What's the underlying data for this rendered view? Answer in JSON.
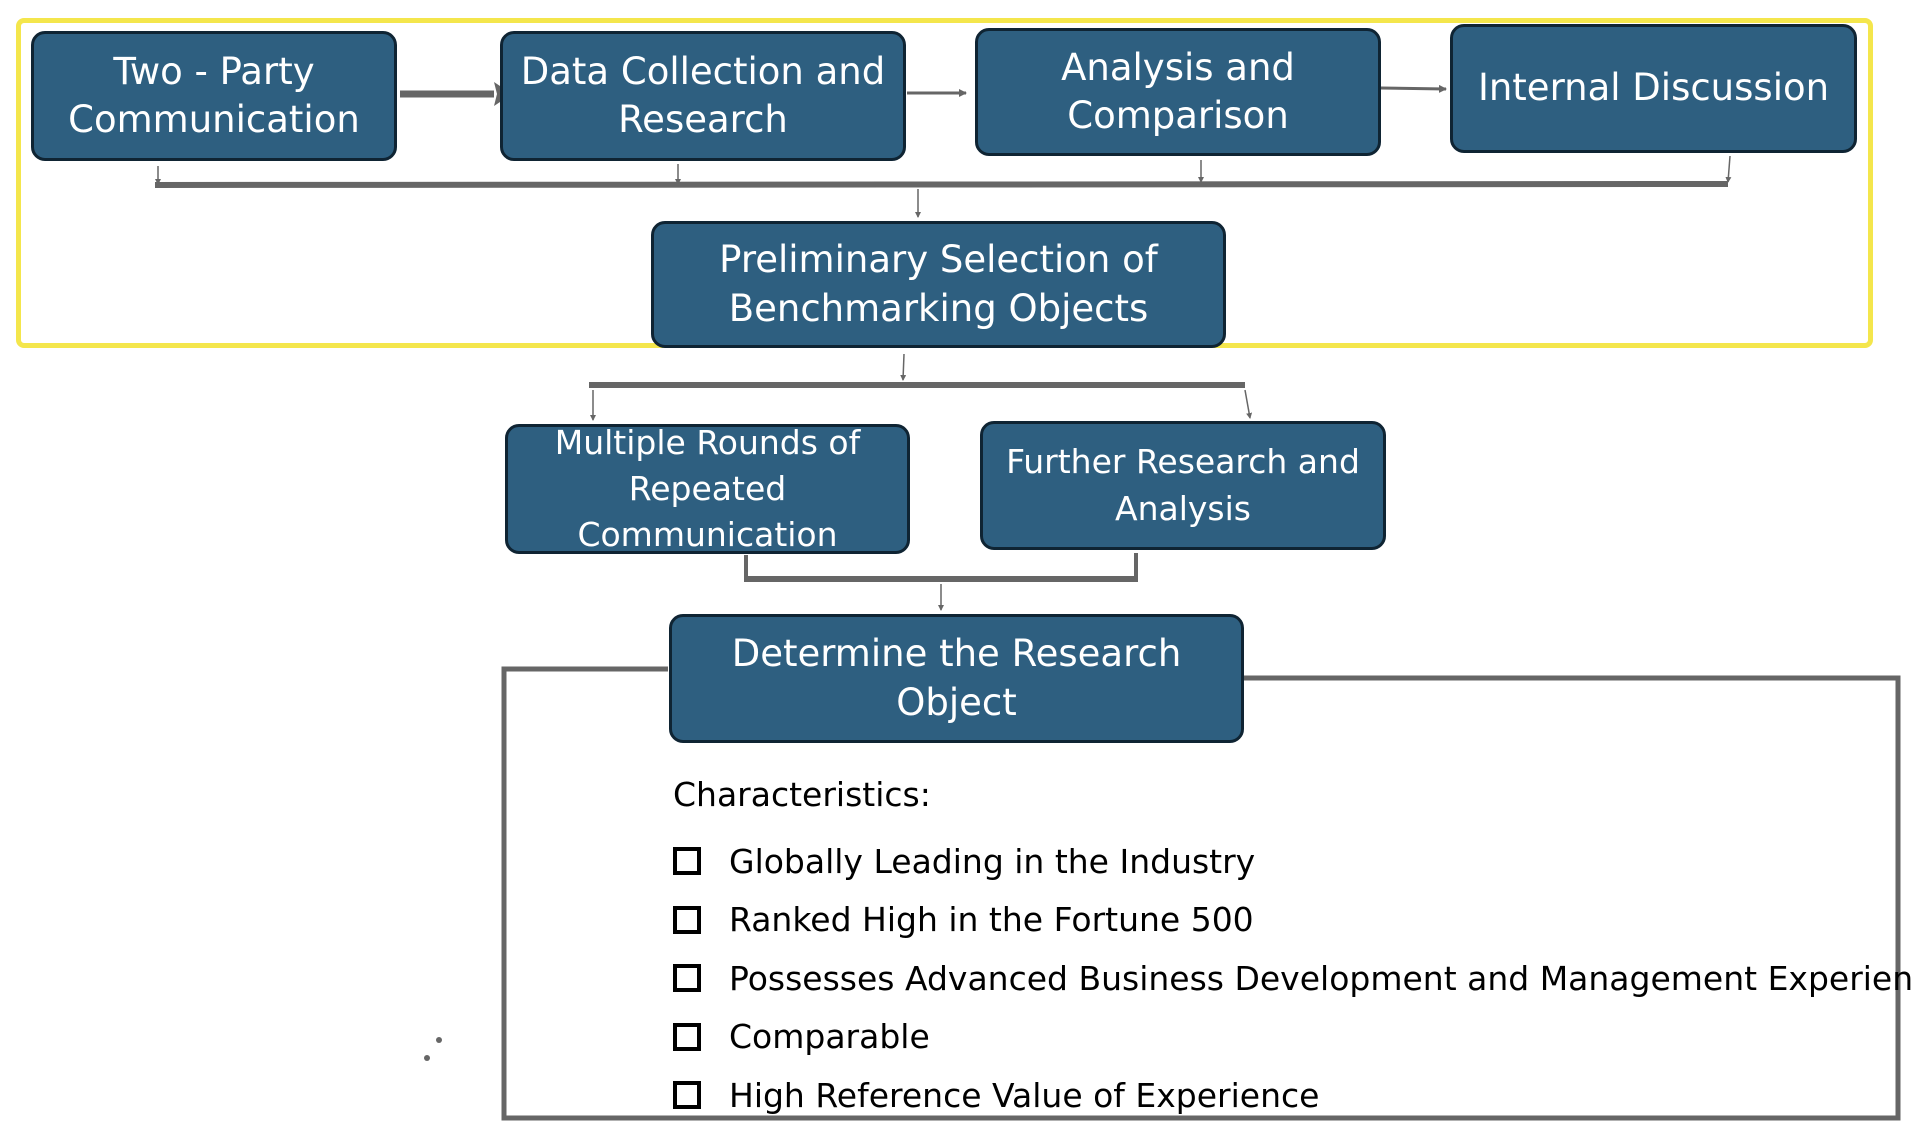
{
  "diagram": {
    "nodes": {
      "two_party": "Two - Party Communication",
      "data_collection": "Data Collection and Research",
      "analysis": "Analysis and Comparison",
      "internal": "Internal Discussion",
      "preliminary": "Preliminary Selection of Benchmarking Objects",
      "multiple_rounds": "Multiple Rounds of Repeated Communication",
      "further_research": "Further Research and Analysis",
      "determine": "Determine the Research Object"
    },
    "characteristics": {
      "title": "Characteristics:",
      "items": [
        "Globally Leading in the Industry",
        "Ranked High in the Fortune 500",
        "Possesses Advanced Business Development and Management Experience",
        "Comparable",
        "High Reference Value of Experience"
      ]
    },
    "colors": {
      "node_fill": "#2e5f80",
      "node_border": "#0f2433",
      "highlight": "#f4e64c",
      "connector": "#666666"
    }
  }
}
